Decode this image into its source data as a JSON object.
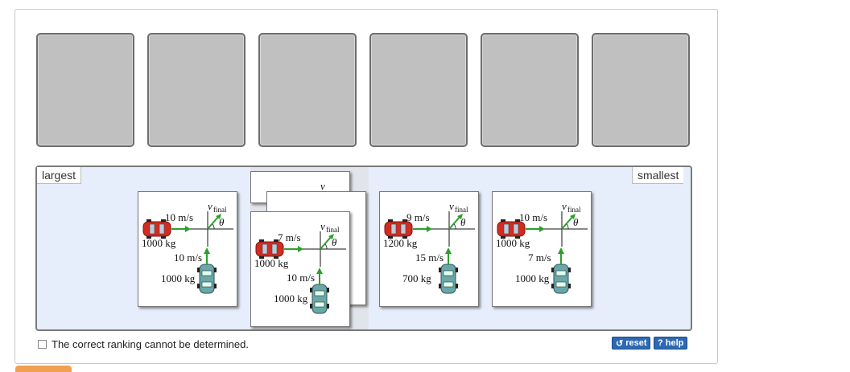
{
  "ranking": {
    "left_label": "largest",
    "right_label": "smallest",
    "slot_count": 6
  },
  "cards": [
    {
      "car1_speed": "10 m/s",
      "car1_mass": "1000 kg",
      "car2_speed": "10 m/s",
      "car2_mass": "1000 kg",
      "vfinal_symbol": "v",
      "vfinal_sub": "final",
      "angle_symbol": "θ"
    },
    {
      "car1_speed": "7 m/s",
      "car1_mass": "1000 kg",
      "car2_speed": "10 m/s",
      "car2_mass": "1000 kg",
      "vfinal_symbol": "v",
      "vfinal_sub": "final",
      "angle_symbol": "θ"
    },
    {
      "car1_speed": "9 m/s",
      "car1_mass": "1200 kg",
      "car2_speed": "15 m/s",
      "car2_mass": "700 kg",
      "vfinal_symbol": "v",
      "vfinal_sub": "final",
      "angle_symbol": "θ"
    },
    {
      "car1_speed": "10 m/s",
      "car1_mass": "1000 kg",
      "car2_speed": "7 m/s",
      "car2_mass": "1000 kg",
      "vfinal_symbol": "v",
      "vfinal_sub": "final",
      "angle_symbol": "θ"
    }
  ],
  "cannot_determine": {
    "label": "The correct ranking cannot be determined.",
    "checked": false
  },
  "buttons": {
    "reset_icon": "↺",
    "reset_label": "reset",
    "help_icon": "?",
    "help_label": "help"
  },
  "colors": {
    "slot": "#c0c0c0",
    "tray": "#e7eefb",
    "button": "#2d69b3",
    "red_car": "#d42b20",
    "teal_car": "#6aa7a8",
    "arrow": "#2aa02a"
  }
}
